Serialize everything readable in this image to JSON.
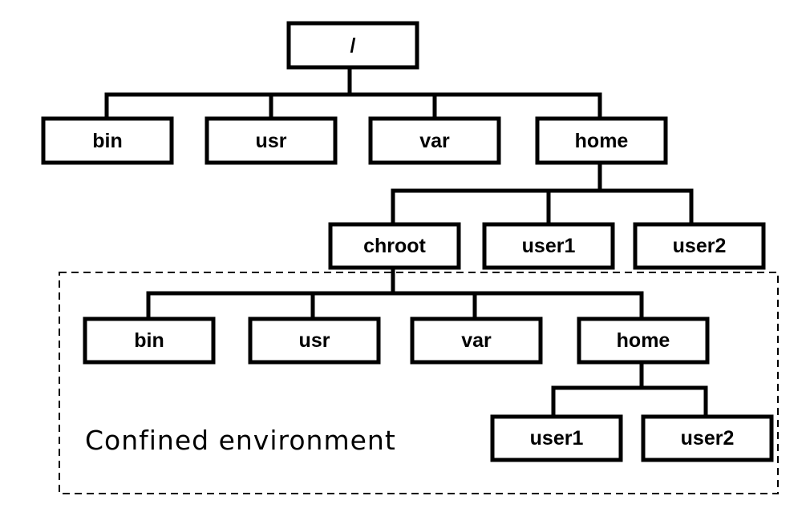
{
  "tree": {
    "root": {
      "label": "/"
    },
    "top_dirs": [
      {
        "label": "bin"
      },
      {
        "label": "usr"
      },
      {
        "label": "var"
      },
      {
        "label": "home"
      }
    ],
    "home_children": [
      {
        "label": "chroot"
      },
      {
        "label": "user1"
      },
      {
        "label": "user2"
      }
    ],
    "chroot_dirs": [
      {
        "label": "bin"
      },
      {
        "label": "usr"
      },
      {
        "label": "var"
      },
      {
        "label": "home"
      }
    ],
    "chroot_home_children": [
      {
        "label": "user1"
      },
      {
        "label": "user2"
      }
    ]
  },
  "confined_region": {
    "label": "Confined environment"
  }
}
